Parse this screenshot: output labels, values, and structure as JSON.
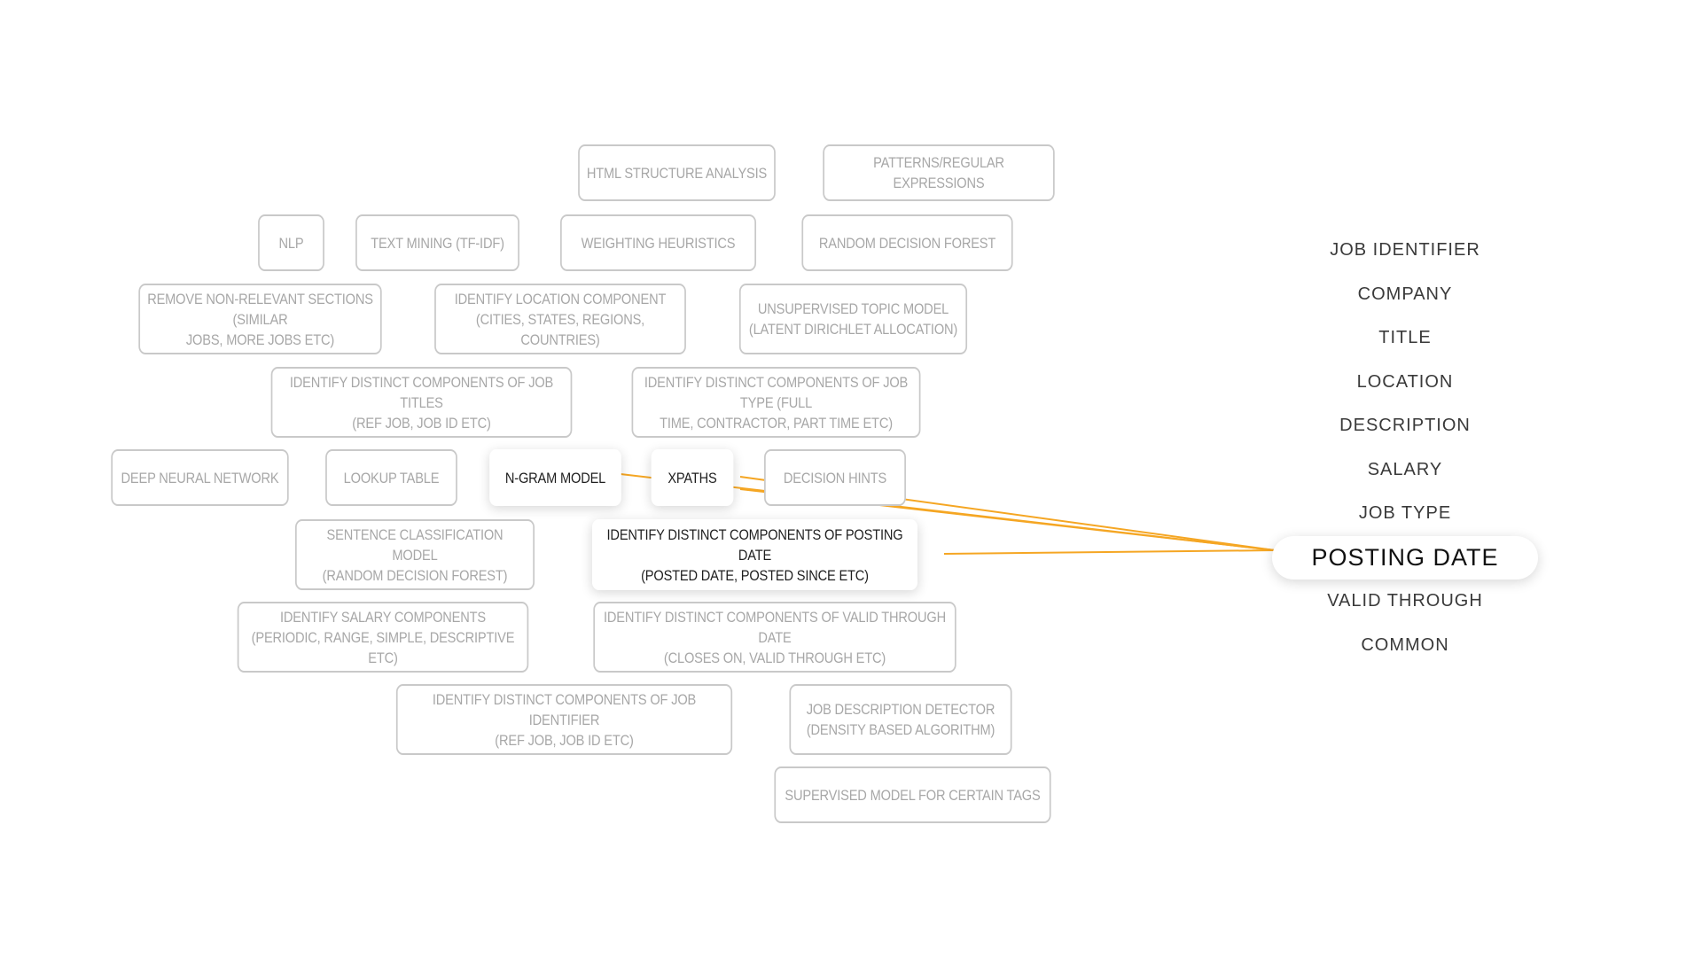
{
  "accent_color": "#f5a623",
  "technique_boxes": [
    {
      "label": "HTML STRUCTURE ANALYSIS",
      "active": false
    },
    {
      "label": "PATTERNS/REGULAR EXPRESSIONS",
      "active": false
    },
    {
      "label": "NLP",
      "active": false
    },
    {
      "label": "TEXT MINING (TF-IDF)",
      "active": false
    },
    {
      "label": "WEIGHTING HEURISTICS",
      "active": false
    },
    {
      "label": "RANDOM DECISION FOREST",
      "active": false
    },
    {
      "label": "REMOVE NON-RELEVANT SECTIONS (SIMILAR\nJOBS, MORE JOBS ETC)",
      "active": false
    },
    {
      "label": "IDENTIFY LOCATION COMPONENT\n(CITIES, STATES, REGIONS, COUNTRIES)",
      "active": false
    },
    {
      "label": "UNSUPERVISED TOPIC MODEL\n(LATENT DIRICHLET ALLOCATION)",
      "active": false
    },
    {
      "label": "IDENTIFY DISTINCT COMPONENTS OF JOB TITLES\n(REF JOB, JOB ID ETC)",
      "active": false
    },
    {
      "label": "IDENTIFY DISTINCT COMPONENTS OF JOB TYPE (FULL\nTIME, CONTRACTOR, PART TIME ETC)",
      "active": false
    },
    {
      "label": "DEEP NEURAL NETWORK",
      "active": false
    },
    {
      "label": "LOOKUP TABLE",
      "active": false
    },
    {
      "label": "N-GRAM MODEL",
      "active": true
    },
    {
      "label": "XPATHS",
      "active": true
    },
    {
      "label": "DECISION HINTS",
      "active": false
    },
    {
      "label": "SENTENCE CLASSIFICATION MODEL\n(RANDOM DECISION FOREST)",
      "active": false
    },
    {
      "label": "IDENTIFY DISTINCT COMPONENTS OF POSTING DATE\n(POSTED DATE, POSTED SINCE ETC)",
      "active": true
    },
    {
      "label": "IDENTIFY SALARY COMPONENTS\n(PERIODIC, RANGE, SIMPLE, DESCRIPTIVE ETC)",
      "active": false
    },
    {
      "label": "IDENTIFY DISTINCT COMPONENTS OF VALID THROUGH DATE\n(CLOSES ON, VALID THROUGH ETC)",
      "active": false
    },
    {
      "label": "IDENTIFY DISTINCT COMPONENTS OF JOB IDENTIFIER\n(REF JOB, JOB ID ETC)",
      "active": false
    },
    {
      "label": "JOB DESCRIPTION DETECTOR\n(DENSITY BASED ALGORITHM)",
      "active": false
    },
    {
      "label": "SUPERVISED MODEL FOR CERTAIN TAGS",
      "active": false
    }
  ],
  "categories": [
    {
      "label": "JOB IDENTIFIER",
      "active": false
    },
    {
      "label": "COMPANY",
      "active": false
    },
    {
      "label": "TITLE",
      "active": false
    },
    {
      "label": "LOCATION",
      "active": false
    },
    {
      "label": "DESCRIPTION",
      "active": false
    },
    {
      "label": "SALARY",
      "active": false
    },
    {
      "label": "JOB TYPE",
      "active": false
    },
    {
      "label": "POSTING DATE",
      "active": true
    },
    {
      "label": "VALID THROUGH",
      "active": false
    },
    {
      "label": "COMMON",
      "active": false
    }
  ]
}
